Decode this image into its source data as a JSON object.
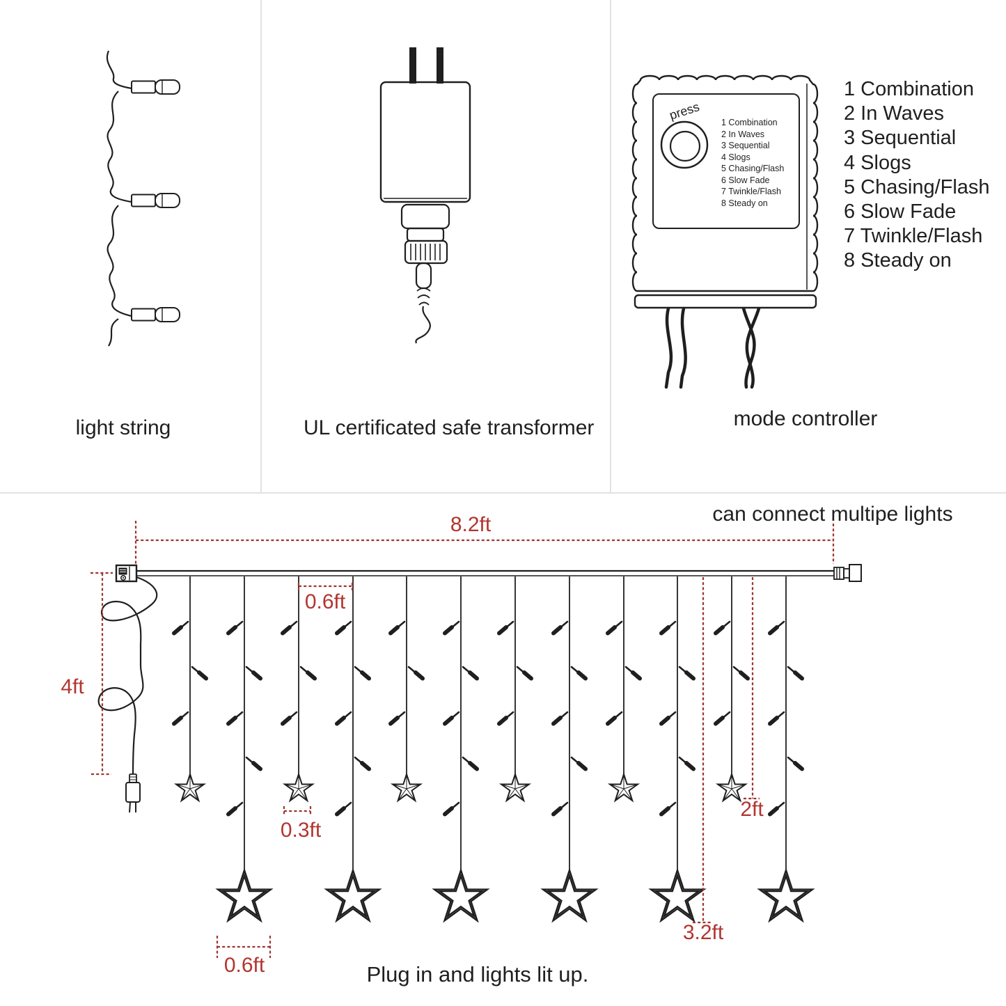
{
  "colors": {
    "ink": "#1f1f1f",
    "dimension_line_red": "#9e342f",
    "dimension_text_red": "#b23530",
    "divider_gray": "#d9d9d9"
  },
  "panels": {
    "light_string": {
      "caption": "light string"
    },
    "transformer": {
      "caption": "UL certificated safe transformer"
    },
    "mode_controller": {
      "caption": "mode controller",
      "button_label": "press",
      "modes": [
        "1 Combination",
        "2 In Waves",
        "3 Sequential",
        "4 Slogs",
        "5 Chasing/Flash",
        "6 Slow Fade",
        "7 Twinkle/Flash",
        "8 Steady on"
      ]
    }
  },
  "curtain": {
    "connect_note": "can connect multipe lights",
    "caption": "Plug in and lights lit up.",
    "dimensions": {
      "total_width": "8.2ft",
      "drop_spacing": "0.6ft",
      "power_lead": "4ft",
      "small_star_offset": "0.3ft",
      "big_star_spacing": "0.6ft",
      "short_drop": "2ft",
      "long_drop": "3.2ft"
    }
  }
}
